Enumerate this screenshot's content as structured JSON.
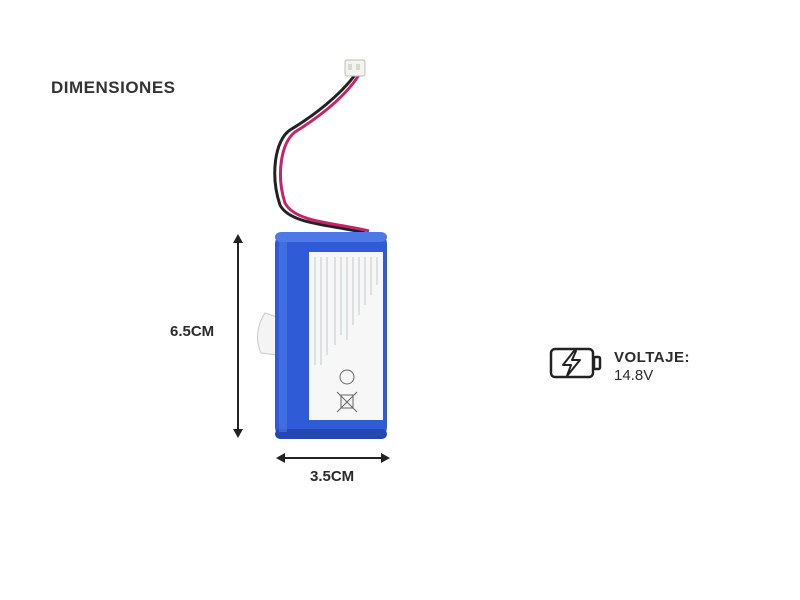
{
  "header": {
    "title": "DIMENSIONES"
  },
  "dimensions": {
    "height": "6.5CM",
    "width": "3.5CM"
  },
  "voltage": {
    "label": "VOLTAJE:",
    "value": "14.8V"
  },
  "icons": {
    "battery_bolt": "battery-bolt-icon"
  },
  "colors": {
    "battery_blue": "#2f5bd6",
    "wire_red": "#c8236a",
    "text": "#2b2b2b"
  }
}
